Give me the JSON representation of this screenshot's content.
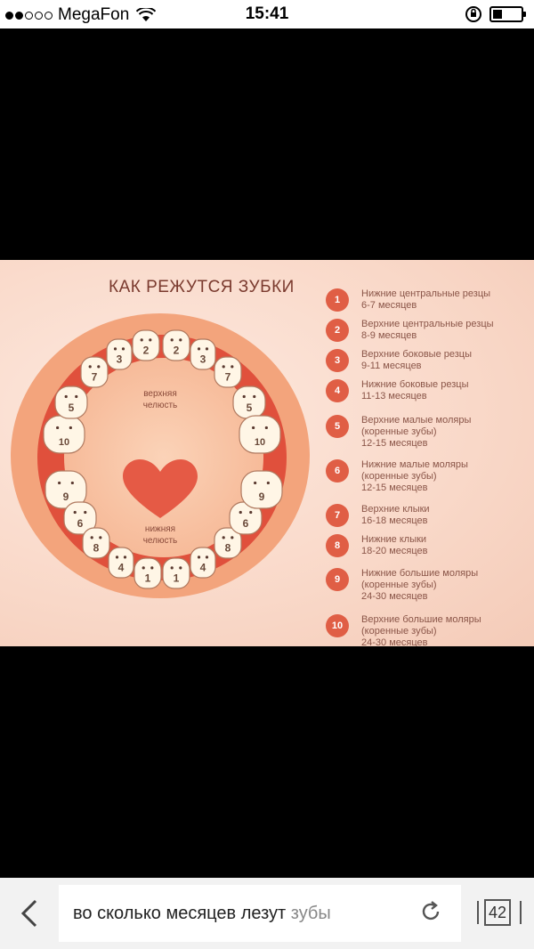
{
  "status": {
    "carrier": "MegaFon",
    "time": "15:41"
  },
  "image": {
    "title": "КАК РЕЖУТСЯ ЗУБКИ",
    "upper_label_1": "верхняя",
    "upper_label_2": "челюсть",
    "lower_label_1": "нижняя",
    "lower_label_2": "челюсть",
    "legend": [
      {
        "num": "1",
        "l1": "Нижние центральные резцы",
        "l2": "6-7 месяцев",
        "l3": ""
      },
      {
        "num": "2",
        "l1": "Верхние центральные резцы",
        "l2": "8-9 месяцев",
        "l3": ""
      },
      {
        "num": "3",
        "l1": "Верхние боковые резцы",
        "l2": "9-11 месяцев",
        "l3": ""
      },
      {
        "num": "4",
        "l1": "Нижние боковые резцы",
        "l2": "11-13 месяцев",
        "l3": ""
      },
      {
        "num": "5",
        "l1": "Верхние малые моляры",
        "l2": "(коренные зубы)",
        "l3": "12-15 месяцев"
      },
      {
        "num": "6",
        "l1": "Нижние малые моляры",
        "l2": "(коренные зубы)",
        "l3": "12-15 месяцев"
      },
      {
        "num": "7",
        "l1": "Верхние клыки",
        "l2": "16-18 месяцев",
        "l3": ""
      },
      {
        "num": "8",
        "l1": "Нижние клыки",
        "l2": "18-20 месяцев",
        "l3": ""
      },
      {
        "num": "9",
        "l1": "Нижние большие моляры",
        "l2": "(коренные зубы)",
        "l3": "24-30 месяцев"
      },
      {
        "num": "10",
        "l1": "Верхние большие моляры",
        "l2": "(коренные зубы)",
        "l3": "24-30 месяцев"
      }
    ],
    "upper_teeth": [
      "10",
      "5",
      "7",
      "3",
      "2",
      "2",
      "3",
      "7",
      "5",
      "10"
    ],
    "lower_teeth": [
      "9",
      "6",
      "8",
      "4",
      "1",
      "1",
      "4",
      "8",
      "6",
      "9"
    ]
  },
  "search": {
    "query": "во сколько месяцев лезут",
    "suggestion": "зубы"
  },
  "tabs": {
    "count": "42"
  },
  "colors": {
    "accent": "#e05e45",
    "gum": "#e0503c"
  }
}
